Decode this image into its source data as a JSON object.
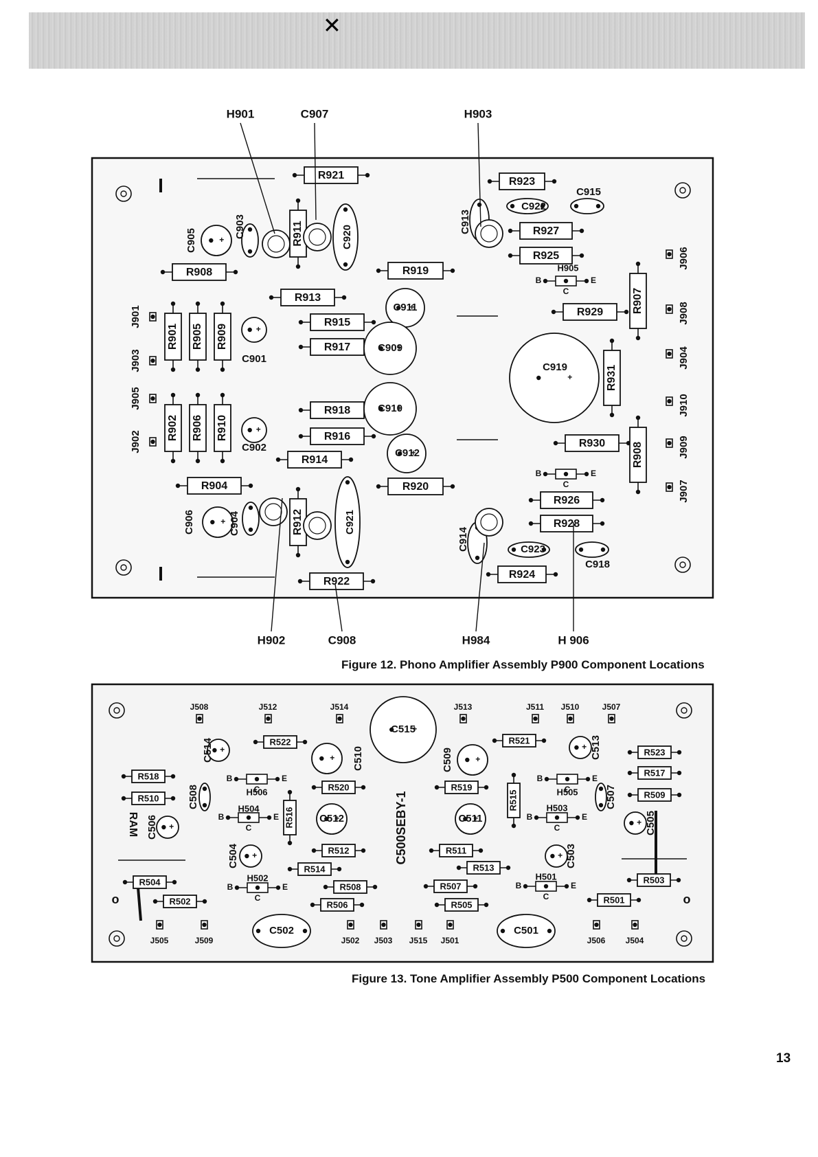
{
  "header_mark": "✕",
  "figure12": {
    "caption": "Figure 12.  Phono Amplifier Assembly P900 Component Locations",
    "callouts": [
      "H901",
      "C907",
      "H903",
      "H902",
      "C908",
      "H984",
      "H 906"
    ],
    "resistors": [
      "R921",
      "R923",
      "R927",
      "R925",
      "R911",
      "R908",
      "R913",
      "R915",
      "R917",
      "R919",
      "R929",
      "R907",
      "R901",
      "R905",
      "R909",
      "R931",
      "R902",
      "R906",
      "R910",
      "R918",
      "R916",
      "R930",
      "R908",
      "R914",
      "R920",
      "R904",
      "R926",
      "R928",
      "R912",
      "R922",
      "R924"
    ],
    "capacitors": [
      "C920",
      "C922",
      "C915",
      "C905",
      "C903",
      "C913",
      "C911",
      "C909",
      "C919",
      "C901",
      "C910",
      "C912",
      "C902",
      "C906",
      "C904",
      "C921",
      "C914",
      "C923",
      "C918"
    ],
    "transistors": [
      "H905"
    ],
    "jacks": [
      "J906",
      "J908",
      "J904",
      "J910",
      "J909",
      "J907",
      "J901",
      "J903",
      "J905",
      "J902"
    ]
  },
  "figure13": {
    "caption": "Figure 13.  Tone Amplifier Assembly P500 Component Locations",
    "jacks_top": [
      "J508",
      "J512",
      "J514",
      "J513",
      "J511",
      "J510",
      "J507"
    ],
    "jacks_bottom": [
      "J505",
      "J509",
      "J502",
      "J503",
      "J515",
      "J501",
      "J506",
      "J504"
    ],
    "resistors": [
      "R522",
      "R521",
      "R523",
      "R517",
      "R509",
      "R518",
      "R510",
      "R516",
      "R520",
      "R519",
      "R515",
      "R512",
      "R511",
      "R514",
      "R513",
      "R504",
      "R508",
      "R507",
      "R503",
      "R502",
      "R506",
      "R505",
      "R501"
    ],
    "capacitors": [
      "C515",
      "C514",
      "C510",
      "C509",
      "C513",
      "C508",
      "C507",
      "C506",
      "C512",
      "C511",
      "C505",
      "C504",
      "C503",
      "C502",
      "C501"
    ],
    "transistors": [
      "H506",
      "H505",
      "H504",
      "H503",
      "H502",
      "H501"
    ],
    "vertical_text": "C500SEBY-1",
    "side_text": "RAM"
  },
  "page_number": "13"
}
